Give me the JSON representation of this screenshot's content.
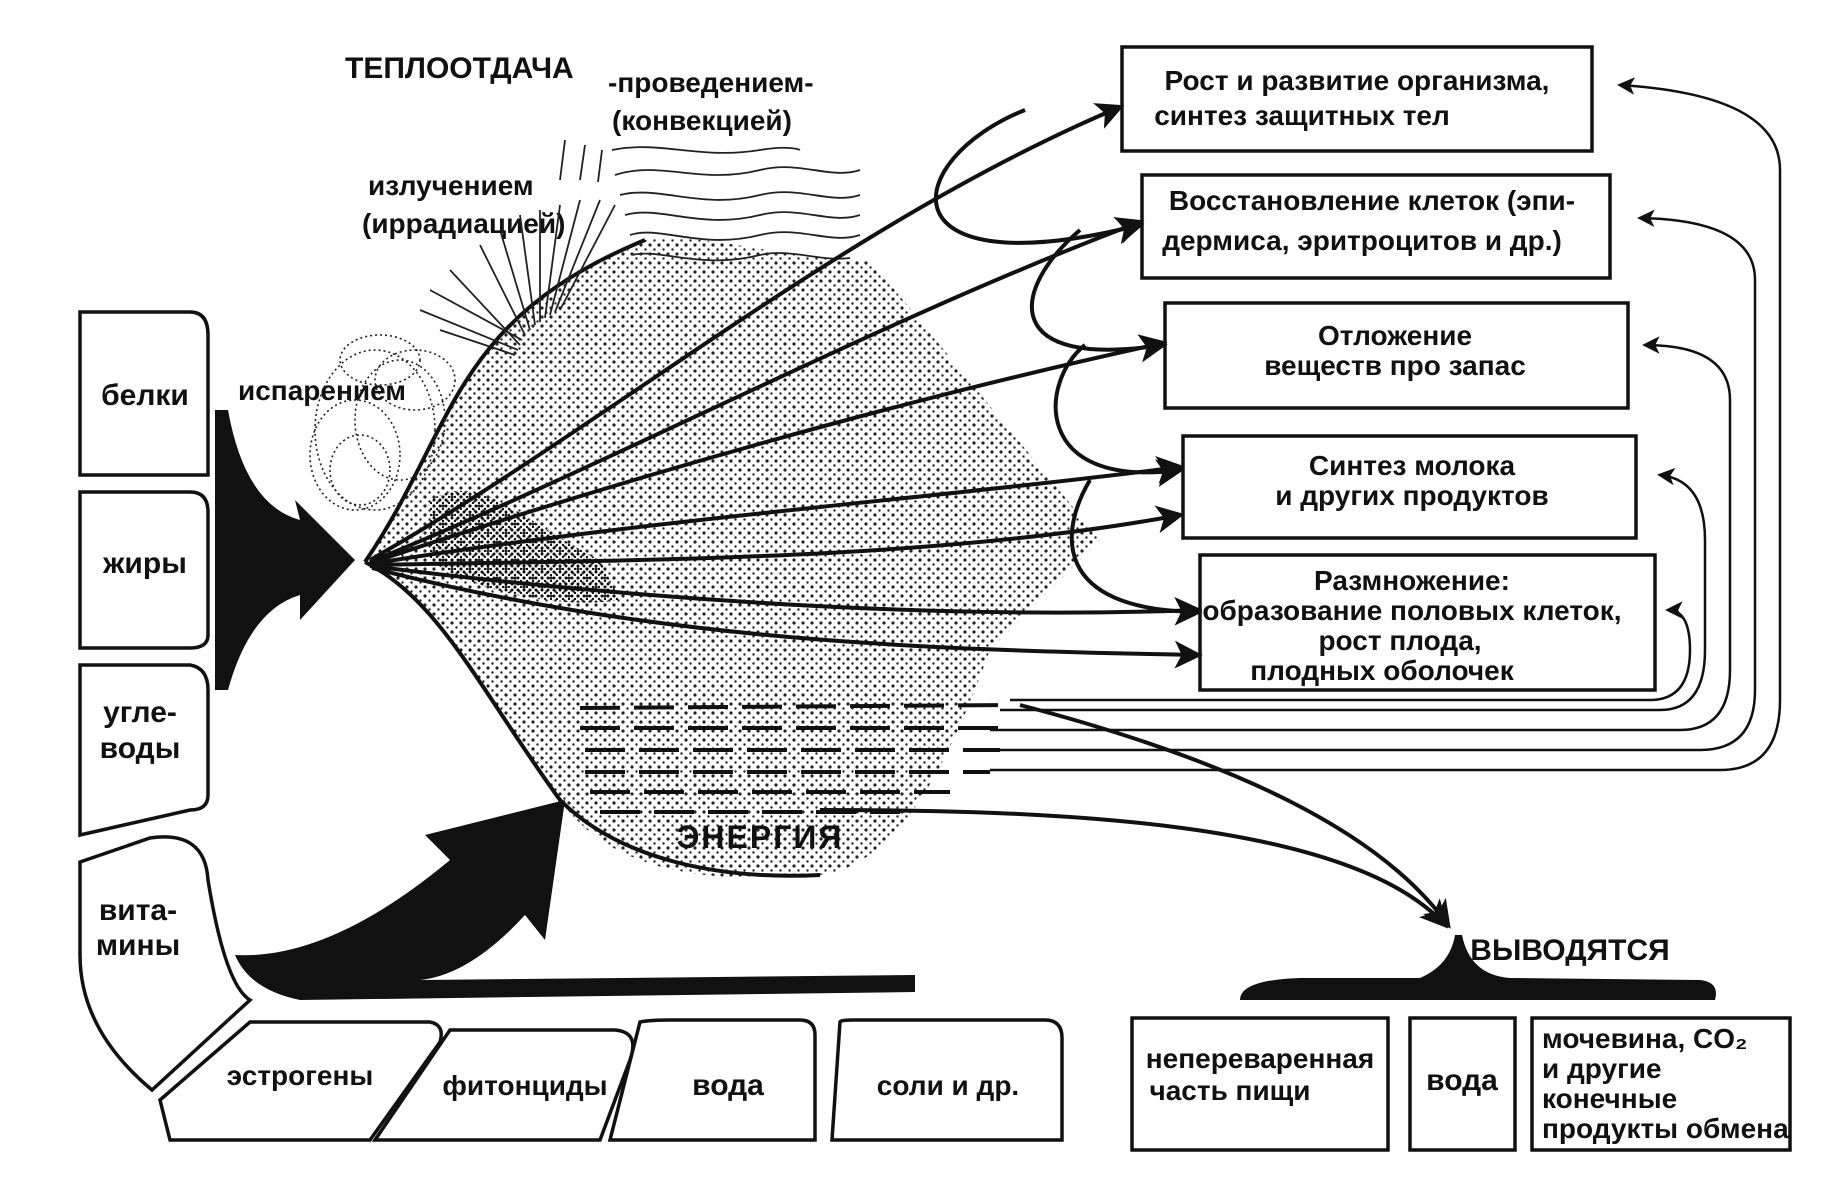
{
  "heat_loss": {
    "title": "ТЕПЛООТДАЧА",
    "conduction_1": "-проведением-",
    "conduction_2": "(конвекцией)",
    "radiation_1": "излучением",
    "radiation_2": "(иррадиацией)",
    "evaporation": "испарением"
  },
  "inputs_left": [
    "белки",
    "жиры",
    "угле-",
    "воды",
    "вита-",
    "мины"
  ],
  "inputs_bottom": [
    "эстрогены",
    "фитонциды",
    "вода",
    "соли и др."
  ],
  "energy_label": "ЭНЕРГИЯ",
  "outcomes": [
    {
      "line1": "Рост и развитие организма,",
      "line2": "синтез защитных тел"
    },
    {
      "line1": "Восстановление клеток  (эпи-",
      "line2": "дермиса, эритроцитов и др.)"
    },
    {
      "line1": "Отложение",
      "line2": "веществ про запас"
    },
    {
      "line1": "Синтез молока",
      "line2": "и других продуктов"
    },
    {
      "line1": "Размножение:",
      "line2": "образование  половых  клеток,",
      "line3": "рост  плода,",
      "line4": "плодных  оболочек"
    }
  ],
  "excreted": {
    "title": "ВЫВОДЯТСЯ",
    "items": [
      {
        "line1": "непереваренная",
        "line2": "часть  пищи"
      },
      {
        "line1": "вода"
      },
      {
        "line1": "мочевина,  CO₂",
        "line2": "и другие",
        "line3": "конечные",
        "line4": "продукты  обмена"
      }
    ]
  }
}
